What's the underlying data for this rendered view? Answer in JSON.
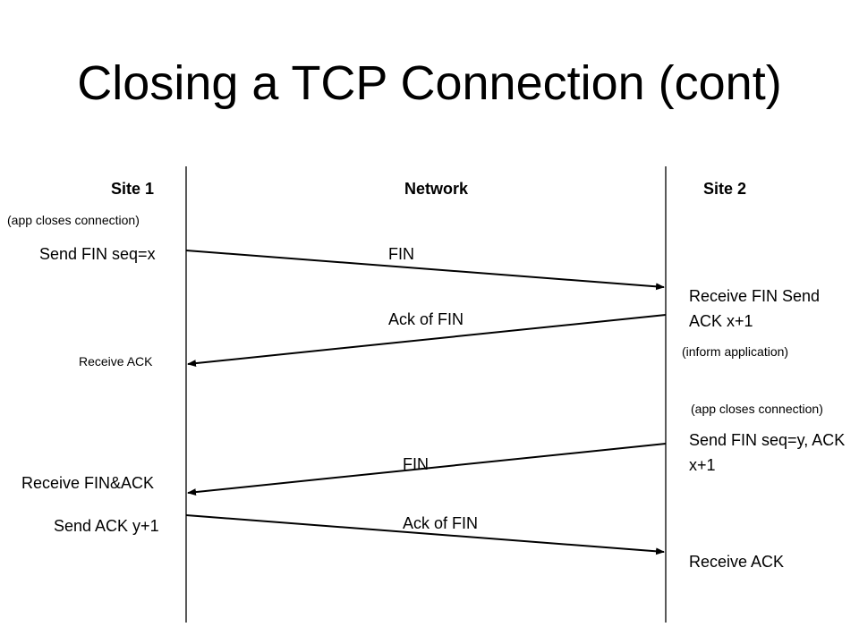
{
  "slide": {
    "title": "Closing a TCP Connection (cont)"
  },
  "headers": {
    "site1": "Site 1",
    "network": "Network",
    "site2": "Site 2"
  },
  "site1": {
    "app_closes": "(app closes  connection)",
    "send_fin": "Send FIN seq=x",
    "receive_ack": "Receive ACK",
    "receive_fin_ack": "Receive FIN&ACK",
    "send_ack": "Send ACK y+1"
  },
  "network": {
    "msg1": "FIN",
    "msg2": "Ack of FIN",
    "msg3": "FIN",
    "msg4": "Ack of FIN"
  },
  "site2": {
    "receive_fin_line1": "Receive FIN   Send",
    "receive_fin_line2": "ACK x+1",
    "inform_app": "(inform application)",
    "app_closes": "(app closes connection)",
    "send_fin_line1": "Send FIN seq=y, ACK",
    "send_fin_line2": "x+1",
    "receive_ack": "Receive ACK"
  },
  "colors": {
    "line": "#000000",
    "text": "#000000",
    "background": "#ffffff"
  }
}
